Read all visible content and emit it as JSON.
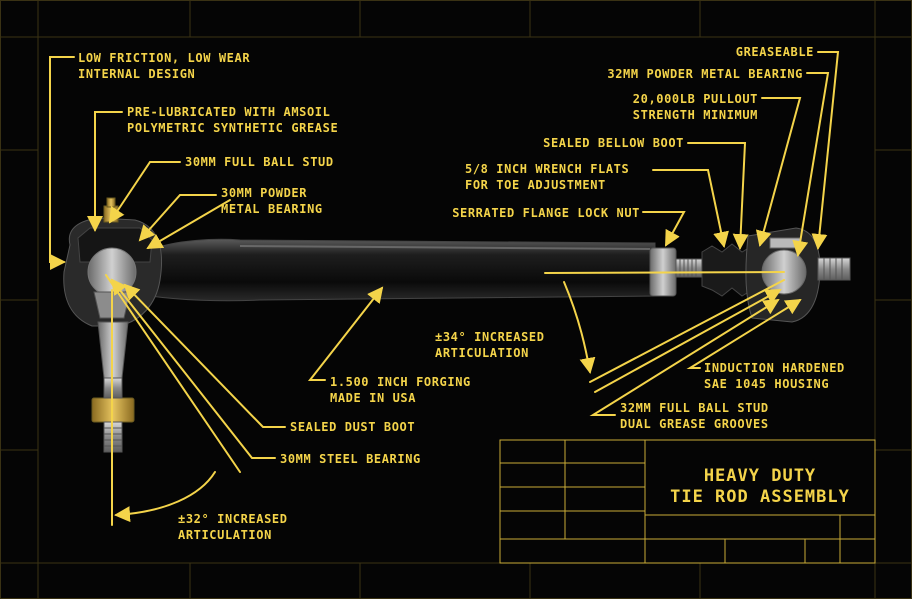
{
  "diagram": {
    "title_line1": "HEAVY DUTY",
    "title_line2": "TIE ROD ASSEMBLY",
    "labels": {
      "low_friction_1": "LOW FRICTION, LOW WEAR",
      "low_friction_2": "INTERNAL DESIGN",
      "prelube_1": "PRE-LUBRICATED WITH AMSOIL",
      "prelube_2": "POLYMETRIC SYNTHETIC GREASE",
      "ball_stud_left": "30MM FULL BALL STUD",
      "powder_bearing_left_1": "30MM POWDER",
      "powder_bearing_left_2": "METAL BEARING",
      "greaseable": "GREASEABLE",
      "powder_bearing_right": "32MM POWDER METAL BEARING",
      "pullout_1": "20,000LB PULLOUT",
      "pullout_2": "STRENGTH MINIMUM",
      "bellow_boot": "SEALED BELLOW BOOT",
      "wrench_flats_1": "5/8 INCH WRENCH FLATS",
      "wrench_flats_2": "FOR TOE ADJUSTMENT",
      "lock_nut": "SERRATED FLANGE LOCK NUT",
      "artic_34_1": "±34° INCREASED",
      "artic_34_2": "ARTICULATION",
      "forging_1": "1.500 INCH FORGING",
      "forging_2": "MADE IN USA",
      "induction_1": "INDUCTION HARDENED",
      "induction_2": "SAE 1045 HOUSING",
      "ball_stud_right_1": "32MM FULL BALL STUD",
      "ball_stud_right_2": "DUAL GREASE GROOVES",
      "dust_boot": "SEALED DUST BOOT",
      "steel_bearing": "30MM STEEL BEARING",
      "artic_32_1": "±32° INCREASED",
      "artic_32_2": "ARTICULATION"
    },
    "colors": {
      "accent": "#f4d44a",
      "background": "#050505",
      "metal": "#9a9a9a"
    }
  }
}
